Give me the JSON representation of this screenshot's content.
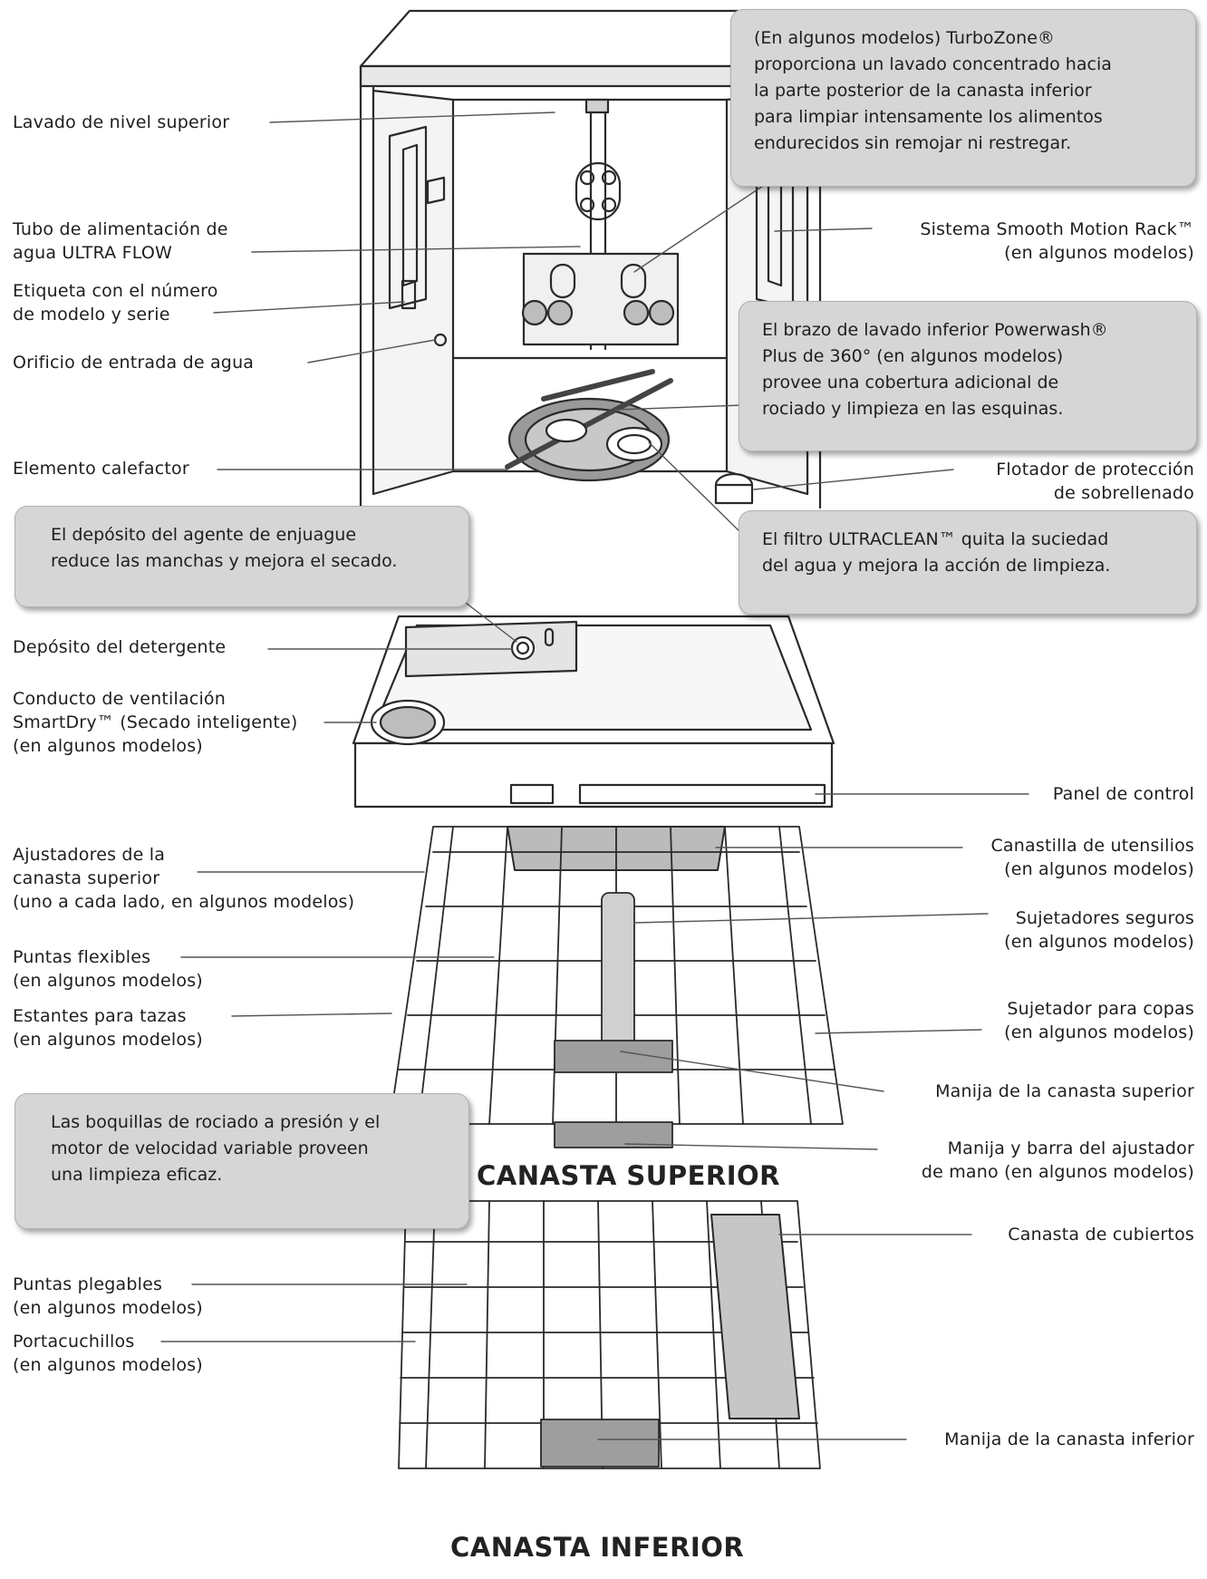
{
  "labels": {
    "lavado_nivel_superior": "Lavado de nivel superior",
    "tubo_alimentacion": [
      "Tubo de alimentación de",
      "agua ULTRA FLOW"
    ],
    "etiqueta_modelo": [
      "Etiqueta con el número",
      "de modelo y serie"
    ],
    "orificio_entrada": "Orificio de entrada de agua",
    "elemento_calefactor": "Elemento calefactor",
    "deposito_detergente": "Depósito del detergente",
    "conducto_ventilacion": [
      "Conducto de ventilación",
      "SmartDry™ (Secado inteligente)",
      "(en algunos modelos)"
    ],
    "smooth_motion": [
      "Sistema Smooth Motion Rack™",
      "(en algunos modelos)"
    ],
    "flotador": [
      "Flotador de protección",
      "de sobrellenado"
    ],
    "panel_control": "Panel de control",
    "ajustadores": [
      "Ajustadores de la",
      "canasta superior",
      "(uno a cada lado, en algunos modelos)"
    ],
    "puntas_flexibles": [
      "Puntas flexibles",
      "(en algunos modelos)"
    ],
    "estantes_tazas": [
      "Estantes para tazas",
      "(en algunos modelos)"
    ],
    "canastilla_utensilios": [
      "Canastilla de utensilios",
      "(en algunos modelos)"
    ],
    "sujetadores_seguros": [
      "Sujetadores seguros",
      "(en algunos modelos)"
    ],
    "sujetador_copas": [
      "Sujetador para copas",
      "(en algunos modelos)"
    ],
    "manija_superior": "Manija de la canasta superior",
    "manija_ajustador": [
      "Manija y barra del ajustador",
      "de mano (en algunos modelos)"
    ],
    "canasta_cubiertos": "Canasta de cubiertos",
    "puntas_plegables": [
      "Puntas plegables",
      "(en algunos modelos)"
    ],
    "portacuchillos": [
      "Portacuchillos",
      "(en algunos modelos)"
    ],
    "manija_inferior": "Manija de la canasta inferior"
  },
  "callouts": {
    "turbozone": [
      "(En algunos modelos) TurboZone®",
      "proporciona un lavado concentrado hacia",
      "la parte posterior de la canasta inferior",
      "para limpiar intensamente los alimentos",
      "endurecidos sin remojar ni restregar."
    ],
    "powerwash": [
      "El brazo de lavado inferior Powerwash®",
      "Plus de 360° (en algunos modelos)",
      "provee una cobertura adicional de",
      "rociado y limpieza en las esquinas."
    ],
    "ultraclean": [
      "El filtro ULTRACLEAN™ quita la suciedad",
      "del agua y mejora la acción de limpieza."
    ],
    "enjuague": [
      "El depósito del agente de enjuague",
      "reduce las manchas y mejora el secado."
    ],
    "boquillas": [
      "Las boquillas de rociado a presión y el",
      "motor de velocidad variable proveen",
      "una limpieza eficaz."
    ]
  },
  "headings": {
    "canasta_superior": "CANASTA SUPERIOR",
    "canasta_inferior": "CANASTA INFERIOR"
  }
}
